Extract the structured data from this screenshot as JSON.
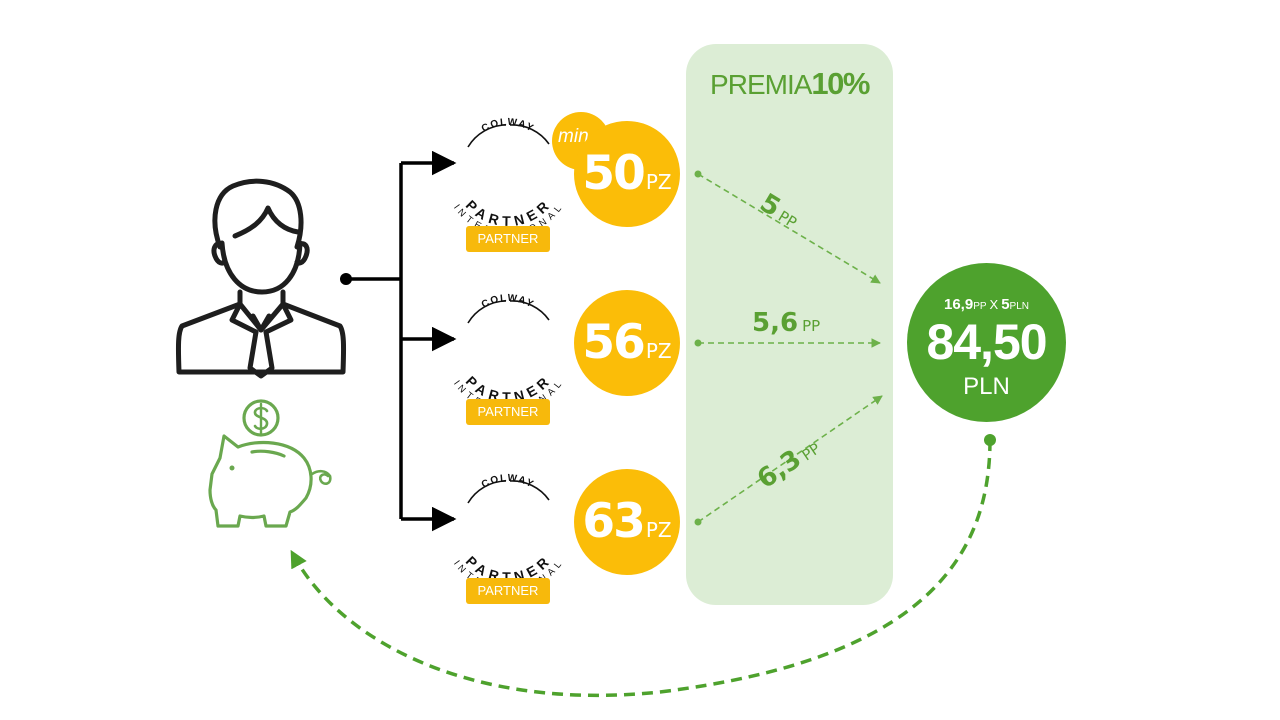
{
  "premia": {
    "label": "PREMIA",
    "percent": "10%"
  },
  "partners": [
    {
      "badge": "PARTNER",
      "pz_value": "50",
      "pz_unit": "PZ",
      "min_label": "min.",
      "pp_value": "5",
      "pp_unit": "PP"
    },
    {
      "badge": "PARTNER",
      "pz_value": "56",
      "pz_unit": "PZ",
      "pp_value": "5,6",
      "pp_unit": "PP"
    },
    {
      "badge": "PARTNER",
      "pz_value": "63",
      "pz_unit": "PZ",
      "pp_value": "6,3",
      "pp_unit": "PP"
    }
  ],
  "logo": {
    "top_text": "COLWAY",
    "middle_text": "PARTNER",
    "bottom_text": "INTERNATIONAL"
  },
  "result": {
    "formula_pp": "16,9",
    "formula_pp_unit": "PP",
    "formula_x": "X",
    "formula_rate": "5",
    "formula_rate_unit": "PLN",
    "value": "84,50",
    "currency": "PLN"
  },
  "colors": {
    "yellow": "#fbbd08",
    "green": "#4ea22d",
    "light_green": "#dcedd5",
    "dark": "#1e1e1e"
  },
  "icons": [
    "person-icon",
    "piggy-bank-icon",
    "dollar-coin-icon",
    "colway-partner-logo"
  ]
}
